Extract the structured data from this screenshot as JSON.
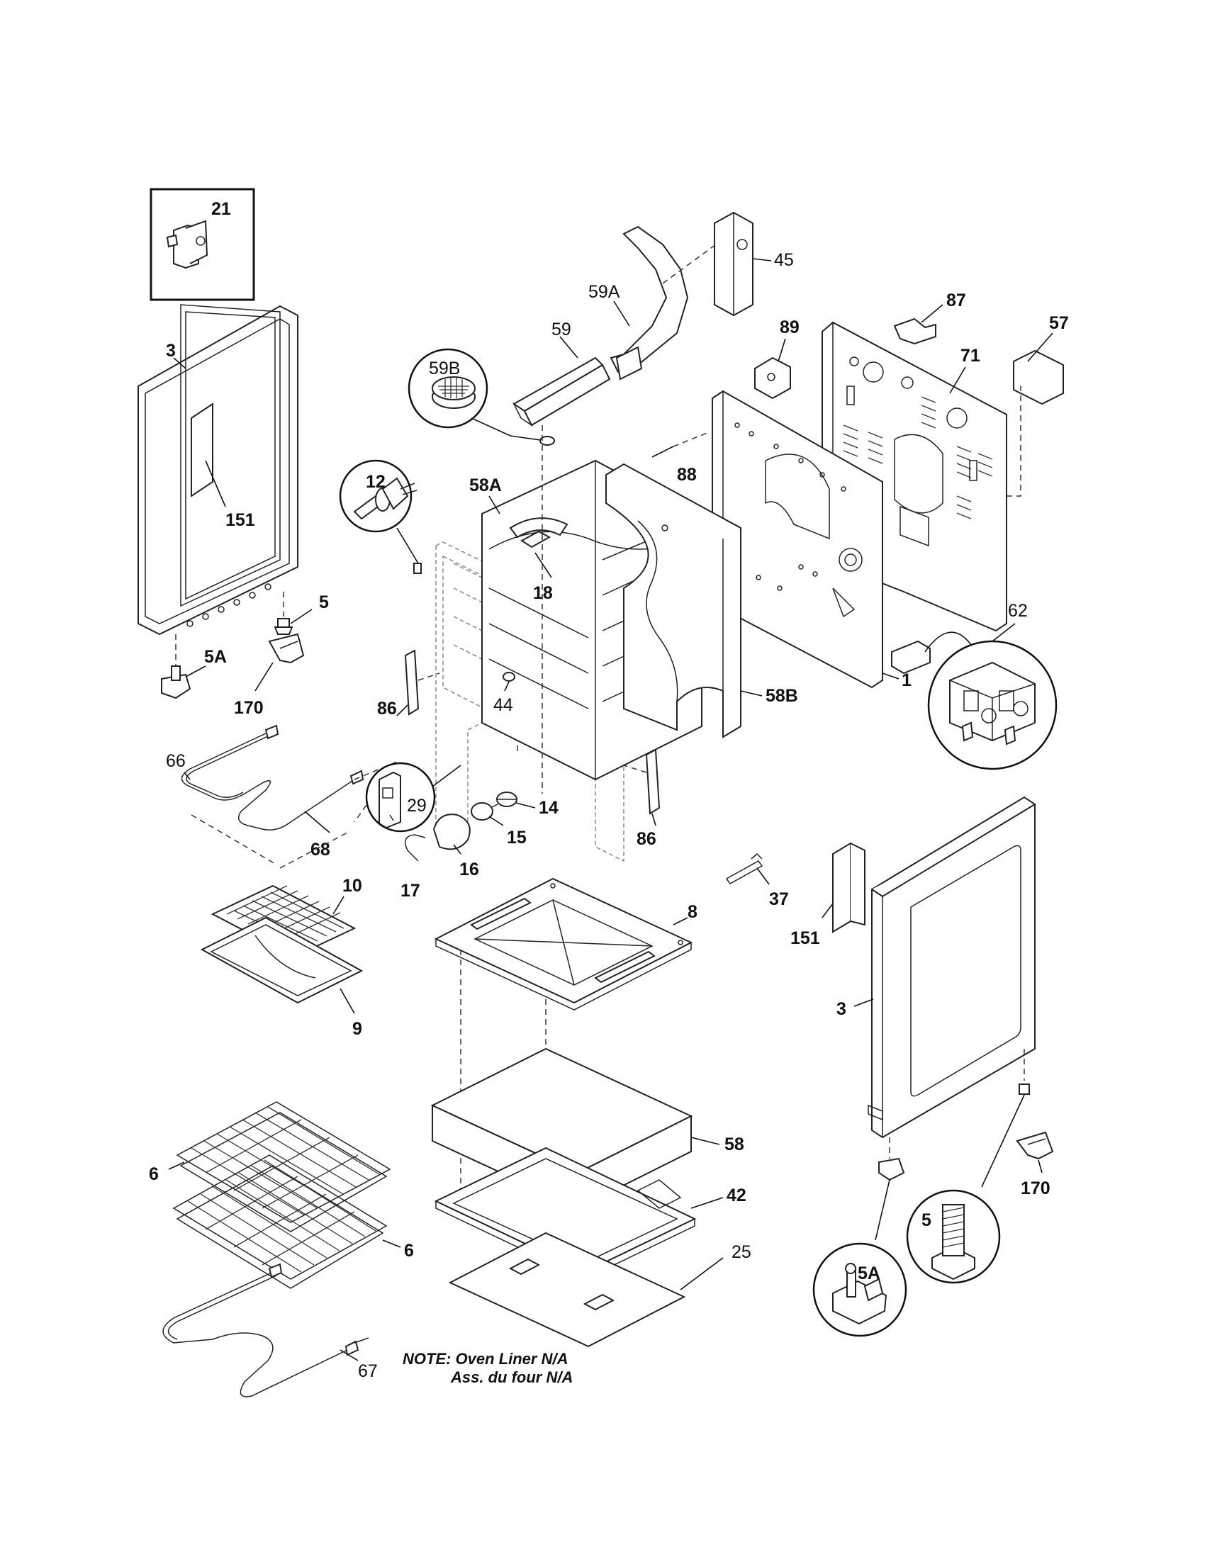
{
  "labels": {
    "p21": "21",
    "p3_left": "3",
    "p151_left": "151",
    "p5_left": "5",
    "p5A_left": "5A",
    "p170_left": "170",
    "p59B": "59B",
    "p59": "59",
    "p59A": "59A",
    "p45": "45",
    "p87": "87",
    "p57": "57",
    "p89": "89",
    "p71": "71",
    "p88": "88",
    "p12": "12",
    "p58A": "58A",
    "p18": "18",
    "p62": "62",
    "p1": "1",
    "p58B": "58B",
    "p86_left": "86",
    "p44": "44",
    "p66": "66",
    "p68": "68",
    "p29": "29",
    "p14": "14",
    "p15": "15",
    "p16": "16",
    "p86_right": "86",
    "p17": "17",
    "p37": "37",
    "p10": "10",
    "p8": "8",
    "p151_right": "151",
    "p9": "9",
    "p3_right": "3",
    "p58": "58",
    "p6_upper": "6",
    "p42": "42",
    "p170_right": "170",
    "p25": "25",
    "p6_lower": "6",
    "p5_right": "5",
    "p5A_right": "5A",
    "p67": "67"
  },
  "note": {
    "line1": "NOTE: Oven Liner N/A",
    "line2": "Ass. du four N/A"
  }
}
